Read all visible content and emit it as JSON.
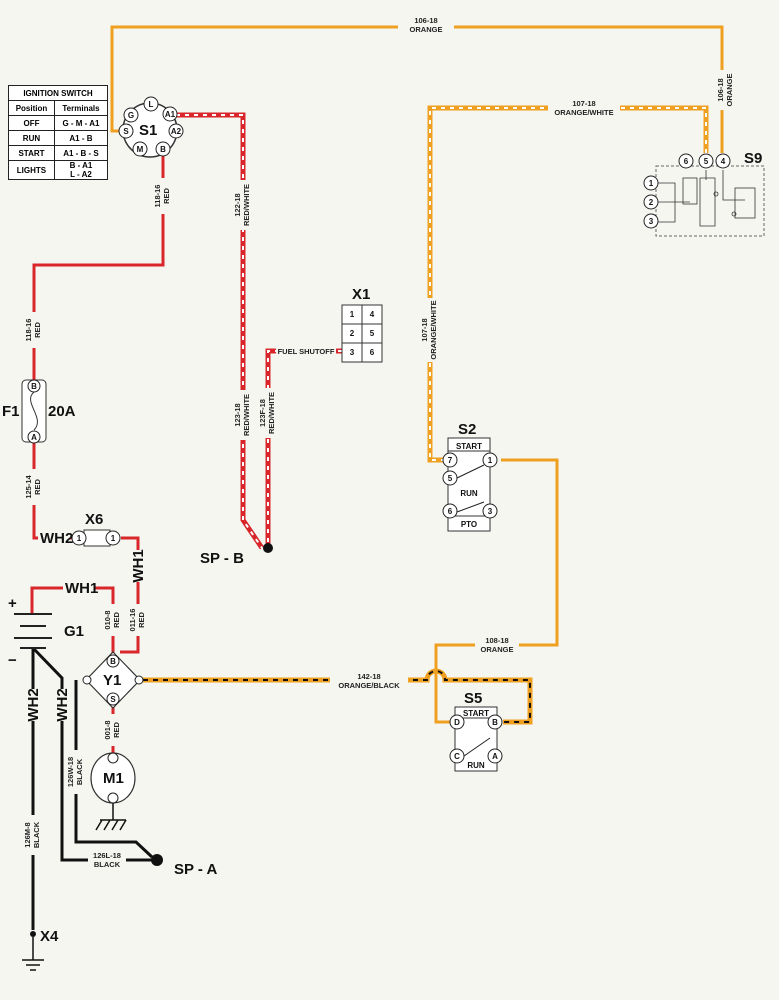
{
  "ignition_switch_table": {
    "title": "IGNITION SWITCH",
    "headers": [
      "Position",
      "Terminals"
    ],
    "rows": [
      {
        "position": "OFF",
        "terminals": "G - M - A1"
      },
      {
        "position": "RUN",
        "terminals": "A1 - B"
      },
      {
        "position": "START",
        "terminals": "A1 - B - S"
      },
      {
        "position": "LIGHTS",
        "terminals": "B - A1\nL - A2"
      }
    ]
  },
  "components": {
    "S1": {
      "label": "S1",
      "pins": [
        "G",
        "L",
        "A1",
        "A2",
        "B",
        "M",
        "S"
      ]
    },
    "S9": {
      "label": "S9",
      "pins": [
        "6",
        "5",
        "4",
        "1",
        "2",
        "3"
      ]
    },
    "X1": {
      "label": "X1",
      "pins": [
        "1",
        "4",
        "2",
        "5",
        "3",
        "6"
      ]
    },
    "S2": {
      "label": "S2",
      "start": "START",
      "run": "RUN",
      "pto": "PTO",
      "pins": [
        "7",
        "1",
        "5",
        "6",
        "3"
      ]
    },
    "S5": {
      "label": "S5",
      "start": "START",
      "run": "RUN",
      "pins": [
        "D",
        "B",
        "C",
        "A"
      ]
    },
    "F1": {
      "label": "F1",
      "rating": "20A",
      "pins": [
        "B",
        "A"
      ]
    },
    "X6": {
      "label": "X6",
      "pins": [
        "1",
        "1"
      ]
    },
    "Y1": {
      "label": "Y1",
      "pins": [
        "B",
        "S"
      ]
    },
    "M1": {
      "label": "M1"
    },
    "G1": {
      "label": "G1",
      "plus": "+",
      "minus": "−"
    },
    "SPB": {
      "label": "SP - B"
    },
    "SPA": {
      "label": "SP - A"
    },
    "X4": {
      "label": "X4"
    }
  },
  "wire_labels": {
    "w106a_num": "106-18",
    "w106a_col": "ORANGE",
    "w106b_num": "106-18",
    "w106b_col": "ORANGE",
    "w107a_num": "107-18",
    "w107a_col": "ORANGE/WHITE",
    "w107b_num": "107-18",
    "w107b_col": "ORANGE/WHITE",
    "w118a_num": "118-16",
    "w118a_col": "RED",
    "w118b_num": "118-16",
    "w118b_col": "RED",
    "w122_num": "122-18",
    "w122_col": "RED/WHITE",
    "w123_num": "123-18",
    "w123_col": "RED/WHITE",
    "w123f_num": "123F-18",
    "w123f_col": "RED/WHITE",
    "fuel_shutoff": "FUEL SHUTOFF",
    "w125_num": "125-14",
    "w125_col": "RED",
    "wh2_x6": "WH2",
    "wh1_v": "WH1",
    "wh1_top": "WH1",
    "w010_num": "010-8",
    "w010_col": "RED",
    "w011_num": "011-16",
    "w011_col": "RED",
    "w001_num": "001-8",
    "w001_col": "RED",
    "w142_num": "142-18",
    "w142_col": "ORANGE/BLACK",
    "w108_num": "108-18",
    "w108_col": "ORANGE",
    "wh2_a": "WH2",
    "wh2_b": "WH2",
    "w126w_num": "126W-18",
    "w126w_col": "BLACK",
    "w126m_num": "126M-8",
    "w126m_col": "BLACK",
    "w126l_num": "126L-18",
    "w126l_col": "BLACK"
  },
  "colors": {
    "orange": "#f0a020",
    "red": "#d8262a",
    "black": "#111111",
    "white": "#ffffff",
    "background": "#f6f6f1"
  }
}
